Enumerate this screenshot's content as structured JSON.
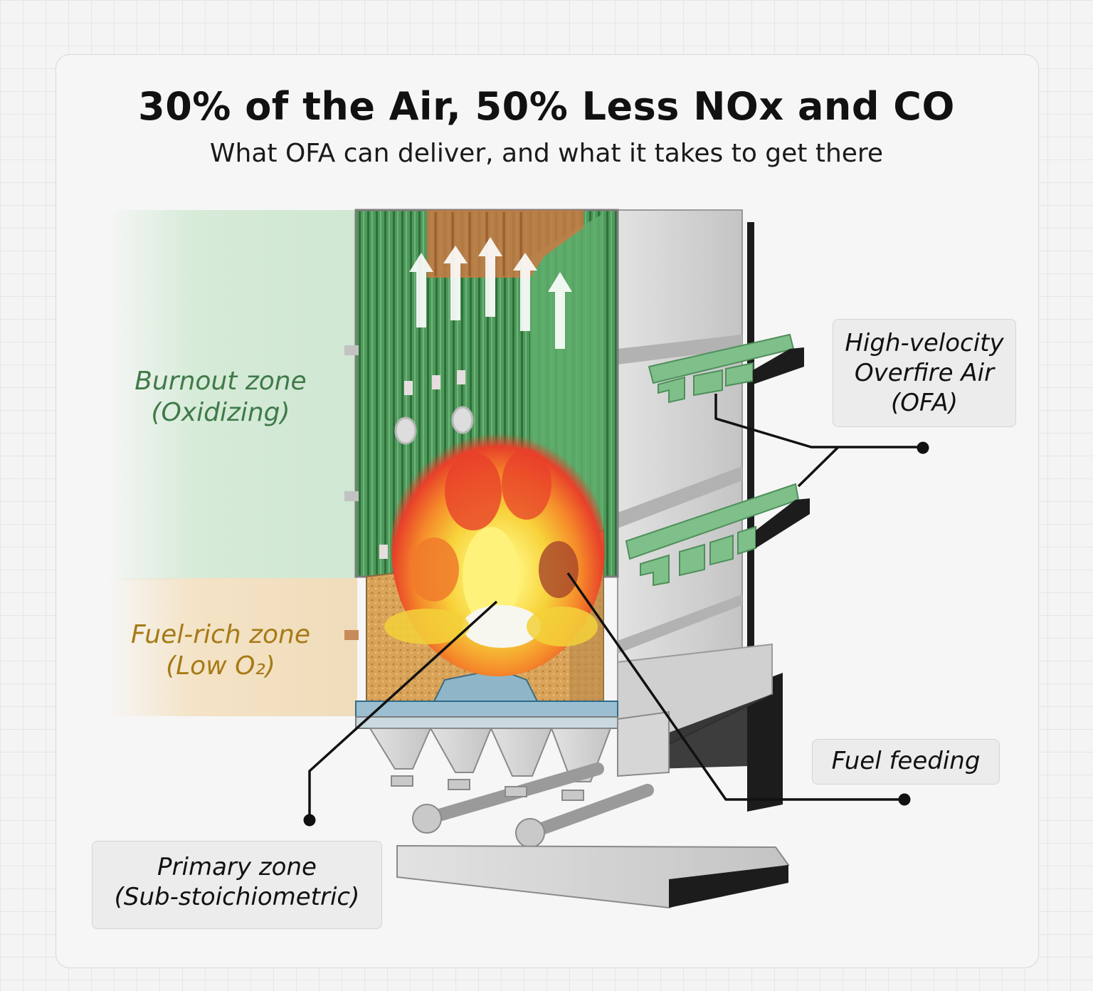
{
  "header": {
    "title": "30% of the Air, 50% Less NOx and CO",
    "subtitle": "What OFA can deliver, and what it takes to get there"
  },
  "zones": {
    "burnout": {
      "line1": "Burnout zone",
      "line2": "(Oxidizing)"
    },
    "fuel_rich": {
      "line1": "Fuel-rich zone",
      "line2": "(Low O₂)"
    }
  },
  "callouts": {
    "ofa": {
      "line1": "High-velocity",
      "line2": "Overfire Air",
      "line3": "(OFA)"
    },
    "fuel_feeding": {
      "label": "Fuel feeding"
    },
    "primary": {
      "line1": "Primary zone",
      "line2": "(Sub-stoichiometric)"
    }
  },
  "colors": {
    "burnout_text": "#3f7a49",
    "fuel_text": "#a67a16",
    "water_wall": "#4f9a5c",
    "ofa_port": "#7fbf8a",
    "boiler_steel": "#cfcfcf"
  }
}
